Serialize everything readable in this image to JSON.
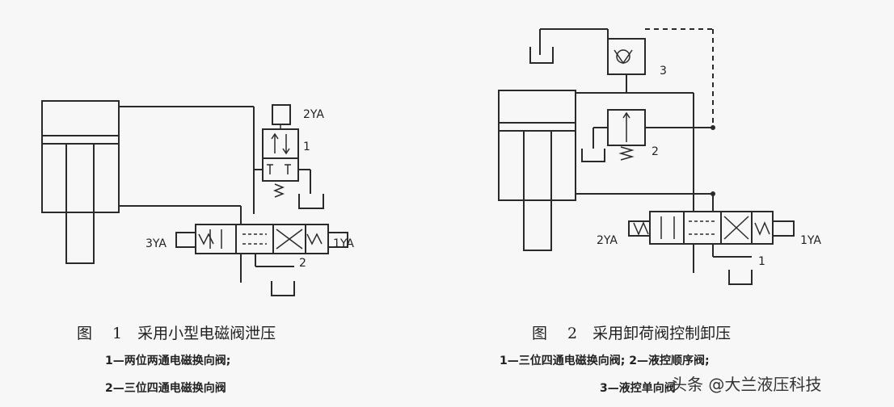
{
  "fig1": {
    "title": "图　 1　采用小型电磁阀泄压",
    "note1": "1—两位两通电磁换向阀;",
    "note2": "2—三位四通电磁换向阀",
    "labels": {
      "ya2": "2YA",
      "n1": "1",
      "ya3": "3YA",
      "ya1": "1YA",
      "n2": "2"
    }
  },
  "fig2": {
    "title": "图　 2　采用卸荷阀控制卸压",
    "note1": "1—三位四通电磁换向阀; 2—液控顺序阀;",
    "note2": "3—液控单向阀",
    "labels": {
      "n3": "3",
      "n2": "2",
      "ya2": "2YA",
      "ya1": "1YA",
      "n1": "1"
    }
  },
  "watermark": "头条 @大兰液压科技"
}
